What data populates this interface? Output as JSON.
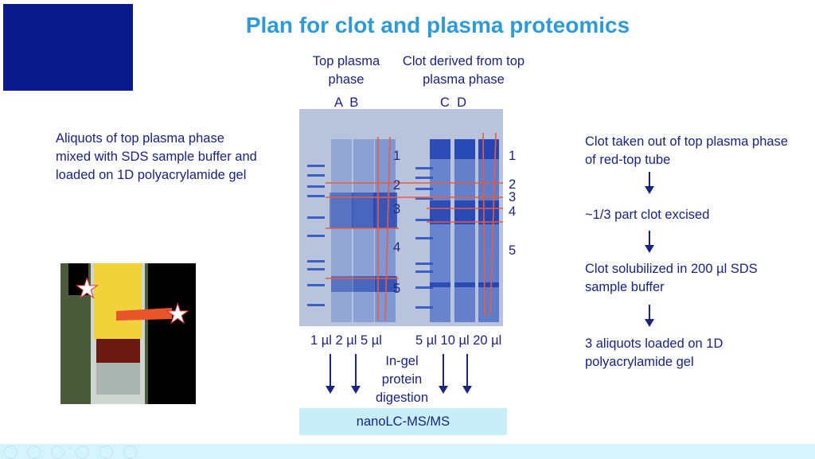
{
  "title": "Plan for clot and plasma proteomics",
  "left_text": "Aliquots of top plasma phase mixed with SDS sample buffer and loaded on 1D polyacrylamide gel",
  "gel": {
    "header_left": "Top plasma phase",
    "header_right": "Clot derived from top plasma phase",
    "lanes_left": "A  B",
    "lanes_right": "C  D",
    "fractions_left": [
      "1",
      "2",
      "3",
      "4",
      "5"
    ],
    "fractions_right": [
      "1",
      "2",
      "3",
      "4",
      "5"
    ],
    "volumes_left": "1 µl 2 µl 5 µl",
    "volumes_right": "5 µl 10 µl 20 µl"
  },
  "digestion": "In-gel protein digestion",
  "ms": "nanoLC-MS/MS",
  "steps": [
    "Clot taken out of top plasma phase of red-top tube",
    "~1/3 part clot excised",
    "Clot solubilized in 200 µl SDS sample buffer",
    "3 aliquots loaded on 1D polyacrylamide gel"
  ],
  "colors": {
    "title": "#2e9bd6",
    "text": "#1a237e",
    "logo": "#0a1a8c",
    "ms_box": "#c8eef8"
  }
}
